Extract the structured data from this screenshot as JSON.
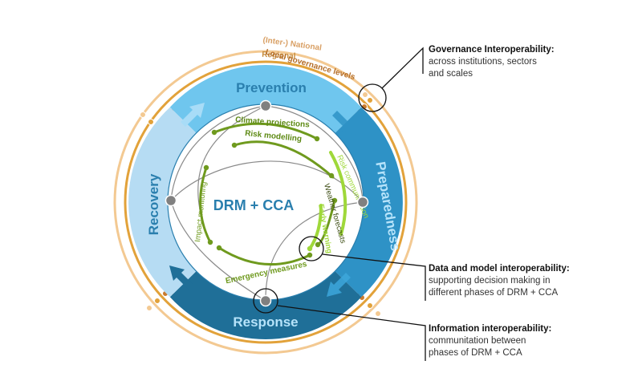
{
  "center": {
    "title": "DRM + CCA"
  },
  "phases": [
    {
      "label": "Prevention"
    },
    {
      "label": "Preparedness"
    },
    {
      "label": "Response"
    },
    {
      "label": "Recovery"
    }
  ],
  "governance_levels": [
    {
      "label": "(Inter-) National"
    },
    {
      "label": "Regional"
    },
    {
      "label": "Local governance levels"
    }
  ],
  "tools": [
    {
      "label": "Climate projections"
    },
    {
      "label": "Risk modelling"
    },
    {
      "label": "Risk communication"
    },
    {
      "label": "Weather forecasts"
    },
    {
      "label": "Early warning"
    },
    {
      "label": "Emergency measures"
    },
    {
      "label": "Impact monitoring"
    }
  ],
  "callouts": {
    "governance": {
      "title": "Governance Interoperability:",
      "desc_1": "across institutions, sectors",
      "desc_2": "and scales"
    },
    "data": {
      "title": "Data and model interoperability:",
      "desc_1": "supporting decision making in",
      "desc_2": "different phases of DRM + CCA"
    },
    "info": {
      "title": "Information interoperability:",
      "desc_1": "communitation between",
      "desc_2": "phases of DRM + CCA"
    }
  },
  "colors": {
    "prevention": "#6fc6ee",
    "preparedness": "#2e92c6",
    "response": "#1f6f98",
    "recovery": "#b6dcf3",
    "ring_national": "#f3c992",
    "ring_regional": "#e2a23a",
    "ring_local": "#c97a2e",
    "tool_dark": "#6f9a1e",
    "tool_light": "#9fd83a",
    "node_gray": "#808080",
    "center_text": "#2a7fae"
  }
}
